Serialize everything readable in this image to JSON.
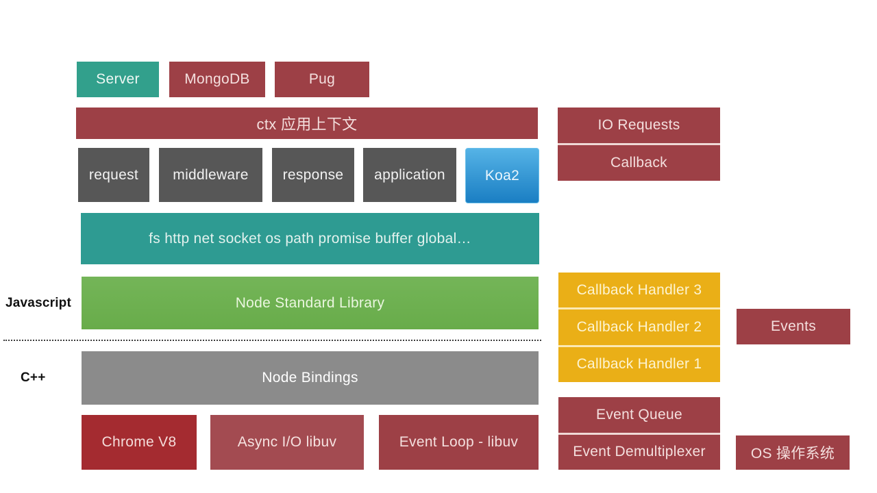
{
  "palette": {
    "teal": "#32a08c",
    "teal_deep": "#2e9b92",
    "muted_red": "#9d4046",
    "bright_red": "#a42b30",
    "soft_red": "#a34b51",
    "dark_gray": "#575757",
    "mid_gray": "#8b8b8b",
    "green": "#68ac4a",
    "gold": "#eaaf17",
    "koa_blue_top": "#55b3e6",
    "koa_blue_bottom": "#1a7ec3"
  },
  "side_labels": {
    "javascript": "Javascript",
    "cpp": "C++"
  },
  "top_row": {
    "server": "Server",
    "mongodb": "MongoDB",
    "pug": "Pug"
  },
  "ctx_bar": {
    "label": "ctx 应用上下文"
  },
  "koa_row": {
    "request": "request",
    "middleware": "middleware",
    "response": "response",
    "application": "application",
    "koa2": "Koa2"
  },
  "node_api_bar": {
    "label": "fs http net socket os path promise buffer global…"
  },
  "std_lib_bar": {
    "label": "Node Standard Library"
  },
  "bindings_bar": {
    "label": "Node Bindings"
  },
  "bottom_row": {
    "chrome_v8": "Chrome V8",
    "async_io": "Async I/O libuv",
    "event_loop": "Event Loop - libuv"
  },
  "right_column": {
    "io_requests": "IO Requests",
    "callback": "Callback",
    "callback_handlers": [
      "Callback Handler 3",
      "Callback Handler 2",
      "Callback Handler 1"
    ],
    "events": "Events",
    "event_queue": "Event Queue",
    "event_demultiplexer": "Event Demultiplexer",
    "os": "OS 操作系统"
  }
}
